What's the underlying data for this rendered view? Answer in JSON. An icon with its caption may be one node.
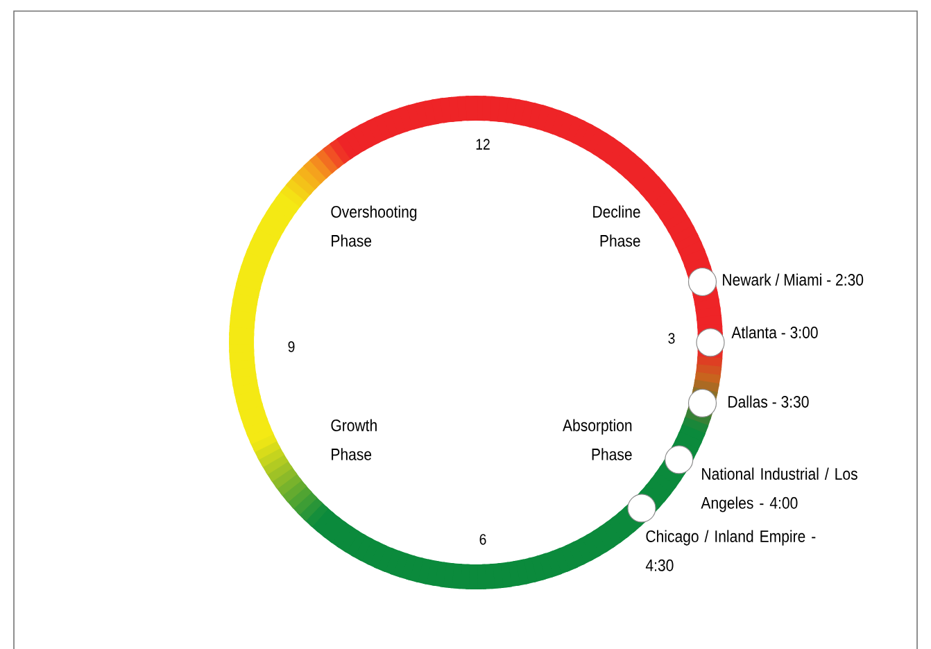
{
  "diagram": {
    "nodes": [
      {
        "text": [],
        "shape": "circle",
        "beside": [
          "Newark / Miami - 2:30"
        ]
      },
      {
        "text": [],
        "shape": "circle",
        "beside": [
          "Atlanta - 3:00"
        ]
      },
      {
        "text": [],
        "shape": "circle",
        "beside": [
          "Dallas - 3:30"
        ]
      },
      {
        "text": [],
        "shape": "circle",
        "beside": [
          "National Industrial / Los Angeles - 4:00"
        ]
      },
      {
        "text": [],
        "shape": "circle",
        "beside": [
          "Chicago / Inland Empire - 4:30"
        ]
      }
    ],
    "labels": [
      "12",
      "Overshooting Phase",
      "Decline Phase",
      "9",
      "3",
      "Growth Phase",
      "Absorption Phase",
      "6"
    ]
  }
}
